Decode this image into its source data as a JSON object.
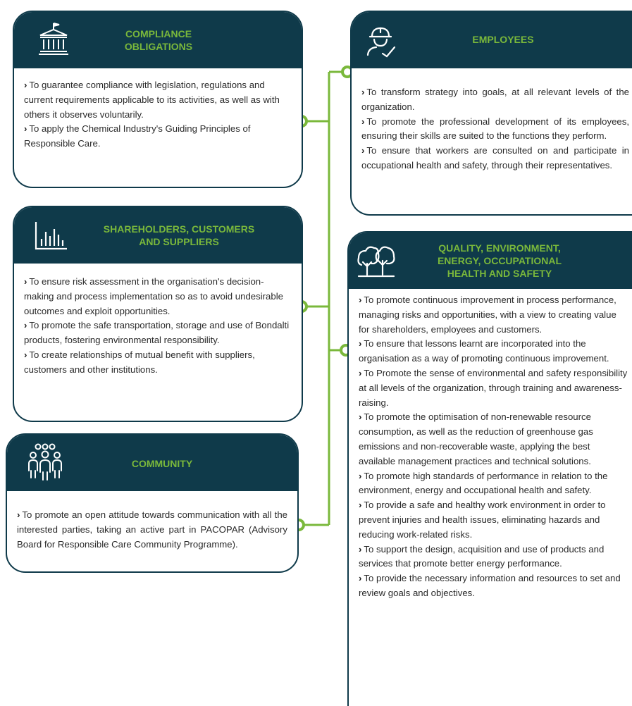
{
  "cards": {
    "compliance": {
      "title_line1": "COMPLIANCE",
      "title_line2": "OBLIGATIONS",
      "icon": "institution-building-icon",
      "items": [
        "To guarantee compliance with legislation, regulations and current requirements applicable to its activities, as well as with others it observes voluntarily.",
        "To apply the Chemical Industry's Guiding Principles of Responsible Care."
      ]
    },
    "employees": {
      "title": "EMPLOYEES",
      "icon": "worker-check-icon",
      "items": [
        "To transform strategy into goals, at all relevant levels of the organization.",
        "To promote the professional development of its employees, ensuring their skills are suited to the functions they perform.",
        "To ensure that workers are consulted on and participate in occupational health and safety, through their representatives."
      ]
    },
    "shareholders": {
      "title_line1": "SHAREHOLDERS, CUSTOMERS",
      "title_line2": "AND SUPPLIERS",
      "icon": "bar-chart-icon",
      "items": [
        "To ensure risk assessment in the organisation's decision-making and process implementation so as to avoid undesirable outcomes and exploit opportunities.",
        "To promote the safe transportation, storage and use of Bondalti products, fostering environmental responsibility.",
        "To create relationships of mutual benefit with suppliers, customers and other institutions."
      ]
    },
    "quality": {
      "title_line1": "QUALITY, ENVIRONMENT,",
      "title_line2": "ENERGY, OCCUPATIONAL",
      "title_line3": "HEALTH AND SAFETY",
      "icon": "trees-icon",
      "items": [
        "To promote continuous improvement in process performance, managing risks and opportunities, with a view to creating value for shareholders, employees and customers.",
        "To ensure that lessons learnt are incorporated into the organisation as a way of promoting continuous improvement.",
        "To Promote the sense of environmental and safety responsibility at all levels of the organization, through training and awareness-raising.",
        "To promote the optimisation of non-renewable resource consumption, as well as the reduction of greenhouse gas emissions and non-recoverable waste, applying the best available management practices and technical solutions.",
        "To promote high standards of performance in relation to the environment, energy and occupational health and safety.",
        "To provide a safe and healthy work environment in order to prevent injuries and health issues, eliminating hazards and reducing work-related risks.",
        "To support the design, acquisition and use of products and services that promote better energy performance.",
        "To provide the necessary information and resources to set and review goals and objectives."
      ]
    },
    "community": {
      "title": "COMMUNITY",
      "icon": "people-group-icon",
      "items": [
        "To promote an open attitude towards communication with all the interested parties, taking an active part in PACOPAR (Advisory Board for Responsible Care Community Programme)."
      ]
    }
  },
  "bullet": "›",
  "colors": {
    "header": "#0f3a4a",
    "accent": "#7ab83b",
    "border": "#0f3a4a",
    "text": "#2a2a2a"
  }
}
